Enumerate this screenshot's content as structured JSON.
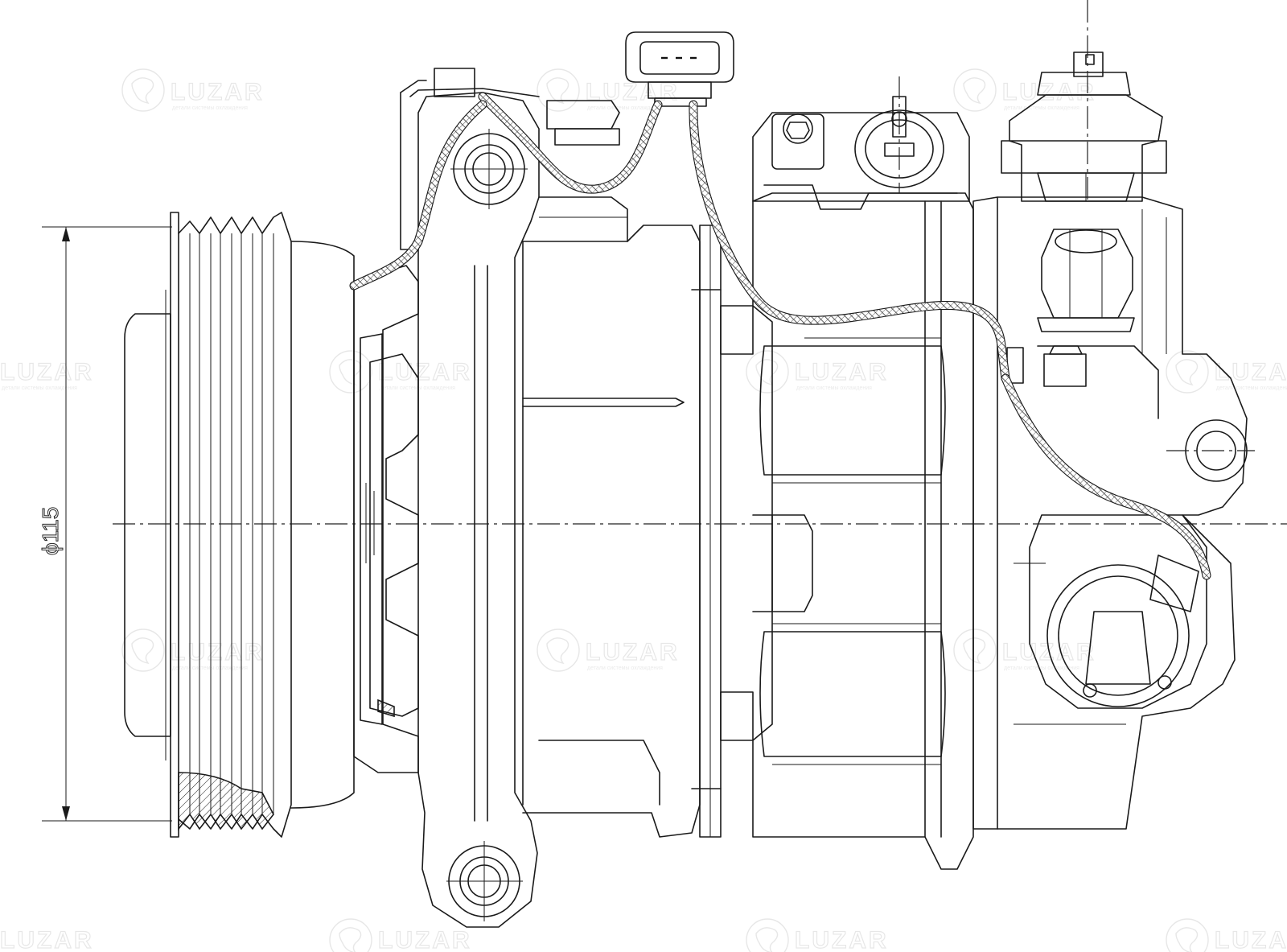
{
  "watermark": {
    "brand": "LUZAR",
    "tagline": "детали системы охлаждения"
  },
  "dimension": {
    "label": "ϕ115"
  }
}
